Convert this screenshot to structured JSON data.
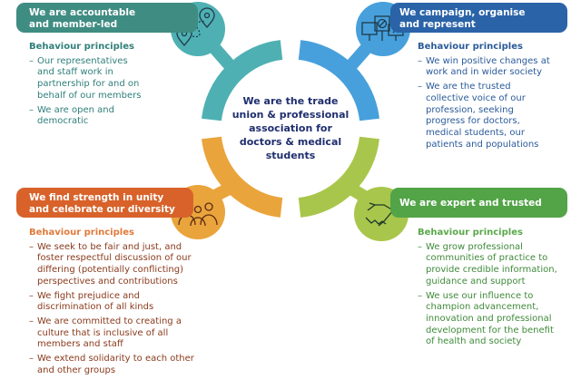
{
  "center_text": "We are the trade union & professional association for doctors & medical students",
  "colors": {
    "teal": "#3f8c82",
    "teal_light": "#4fb0b3",
    "blue": "#2a63a8",
    "blue_light": "#47a0dc",
    "orange": "#d8622a",
    "orange_light": "#eaa43c",
    "green": "#52a447",
    "green_light": "#a9c64c"
  },
  "sections": [
    {
      "title_lines": [
        "We are accountable",
        "and member-led"
      ],
      "heading": "Behaviour principles",
      "icon": "map-pin-route-icon",
      "items": [
        "Our representatives and staff work in partnership for and on behalf of our members",
        "We are open and democratic"
      ]
    },
    {
      "title_lines": [
        "We campaign, organise",
        "and represent"
      ],
      "heading": "Behaviour principles",
      "icon": "protest-placards-icon",
      "items": [
        "We win positive changes at work and in wider society",
        "We are the trusted collective voice of our profession, seeking progress for doctors, medical students, our patients and populations"
      ]
    },
    {
      "title_lines": [
        "We find strength in unity",
        "and celebrate our diversity"
      ],
      "heading": "Behaviour principles",
      "icon": "people-group-icon",
      "items": [
        "We seek to be fair and just, and foster respectful discussion of our differing (potentially conflicting) perspectives and contributions",
        "We fight prejudice and discrimination of all kinds",
        "We are committed to creating a culture that is inclusive of all members and staff",
        "We extend solidarity to each other and other groups"
      ]
    },
    {
      "title_lines": [
        "We are expert and trusted"
      ],
      "heading": "Behaviour principles",
      "icon": "handshake-icon",
      "items": [
        "We grow professional communities of practice to provide credible information, guidance and support",
        "We use our influence to champion advancement, innovation and professional development for the benefit of health and society"
      ]
    }
  ]
}
